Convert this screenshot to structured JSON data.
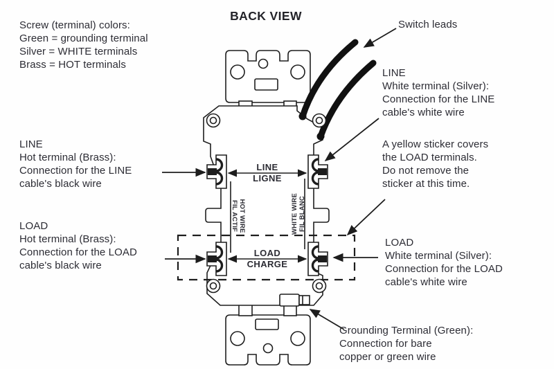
{
  "title": "BACK VIEW",
  "legend": "Screw (terminal) colors:\nGreen = grounding terminal\nSilver = WHITE terminals\nBrass = HOT terminals",
  "callouts": {
    "switch_leads": "Switch leads",
    "line_right": "LINE\nWhite terminal (Silver):\nConnection for the LINE\ncable's white wire",
    "sticker_note": "A yellow sticker covers\nthe LOAD terminals.\nDo not remove the\nsticker at this time.",
    "line_left": "LINE\nHot terminal (Brass):\nConnection for the LINE\ncable's black wire",
    "load_left": "LOAD\nHot terminal (Brass):\nConnection for the LOAD\ncable's black wire",
    "load_right": "LOAD\nWhite terminal (Silver):\nConnection for the LOAD\ncable's white wire",
    "ground": "Grounding Terminal (Green):\nConnection for bare\ncopper or green wire"
  },
  "diagram_labels": {
    "line_en": "LINE",
    "line_fr": "LIGNE",
    "load_en": "LOAD",
    "load_fr": "CHARGE",
    "hot_wire_1": "HOT WIRE",
    "hot_wire_2": "FIL ACTIF",
    "white_wire_1": "WHITE WIRE",
    "white_wire_2": "FIL BLANC"
  },
  "colors": {
    "ink": "#2c2c34",
    "line": "#1d1d1d",
    "background": "#fefefe"
  }
}
